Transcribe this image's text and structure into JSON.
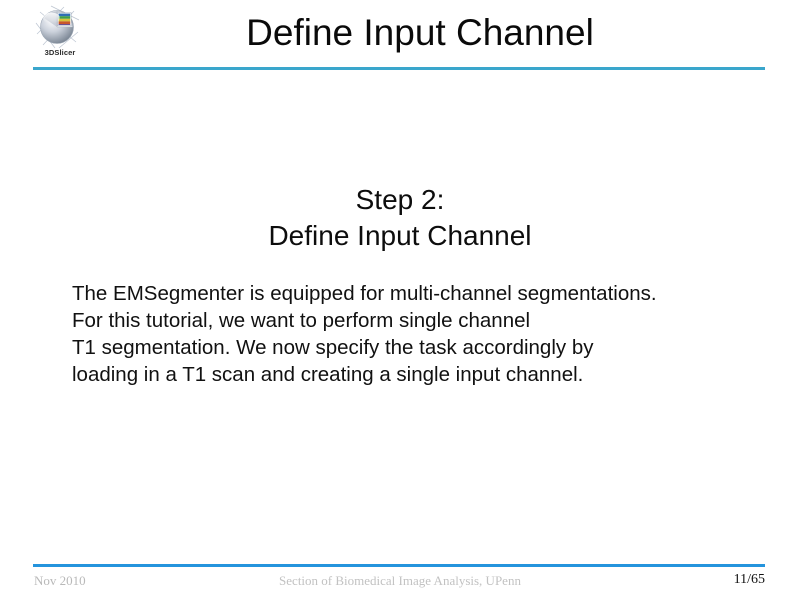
{
  "header": {
    "title": "Define Input Channel",
    "logo": {
      "name": "3dslicer-logo",
      "caption": "3DSlicer"
    },
    "rule_color": "#3aa6cc"
  },
  "body": {
    "step_heading": [
      "Step 2:",
      "Define Input Channel"
    ],
    "paragraph": [
      "The EMSegmenter is equipped for multi-channel segmentations.",
      "For this tutorial, we want to perform single channel",
      "T1 segmentation. We now specify the task accordingly by",
      "loading in a T1 scan and creating a single input channel."
    ]
  },
  "footer": {
    "date": "Nov 2010",
    "affiliation": "Section of Biomedical Image Analysis, UPenn",
    "page": "11/65",
    "rule_color": "#2494dd"
  }
}
